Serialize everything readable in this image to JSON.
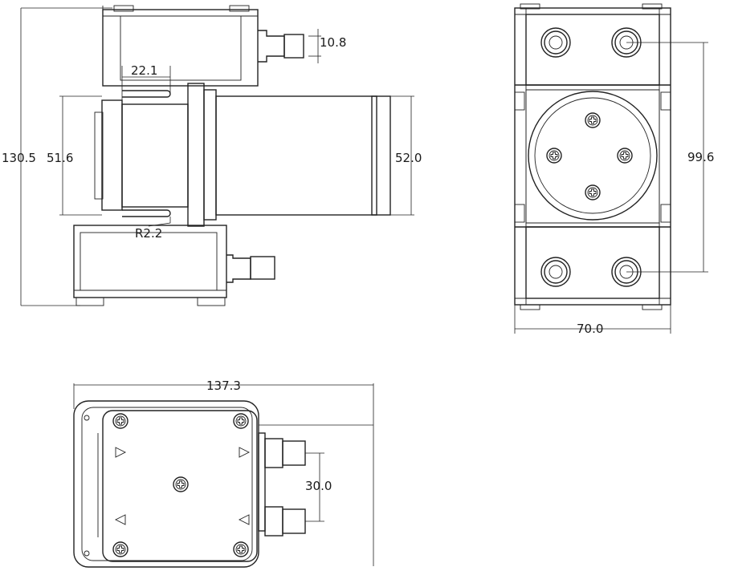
{
  "dimensions": {
    "hose_dia": "10.8",
    "slot_spacing": "22.1",
    "height_total": "130.5",
    "motor_dia": "51.6",
    "body_height": "52.0",
    "slot_radius": "R2.2",
    "port_spacing": "99.6",
    "width": "70.0",
    "length_total": "137.3",
    "outlet_spacing": "30.0"
  }
}
